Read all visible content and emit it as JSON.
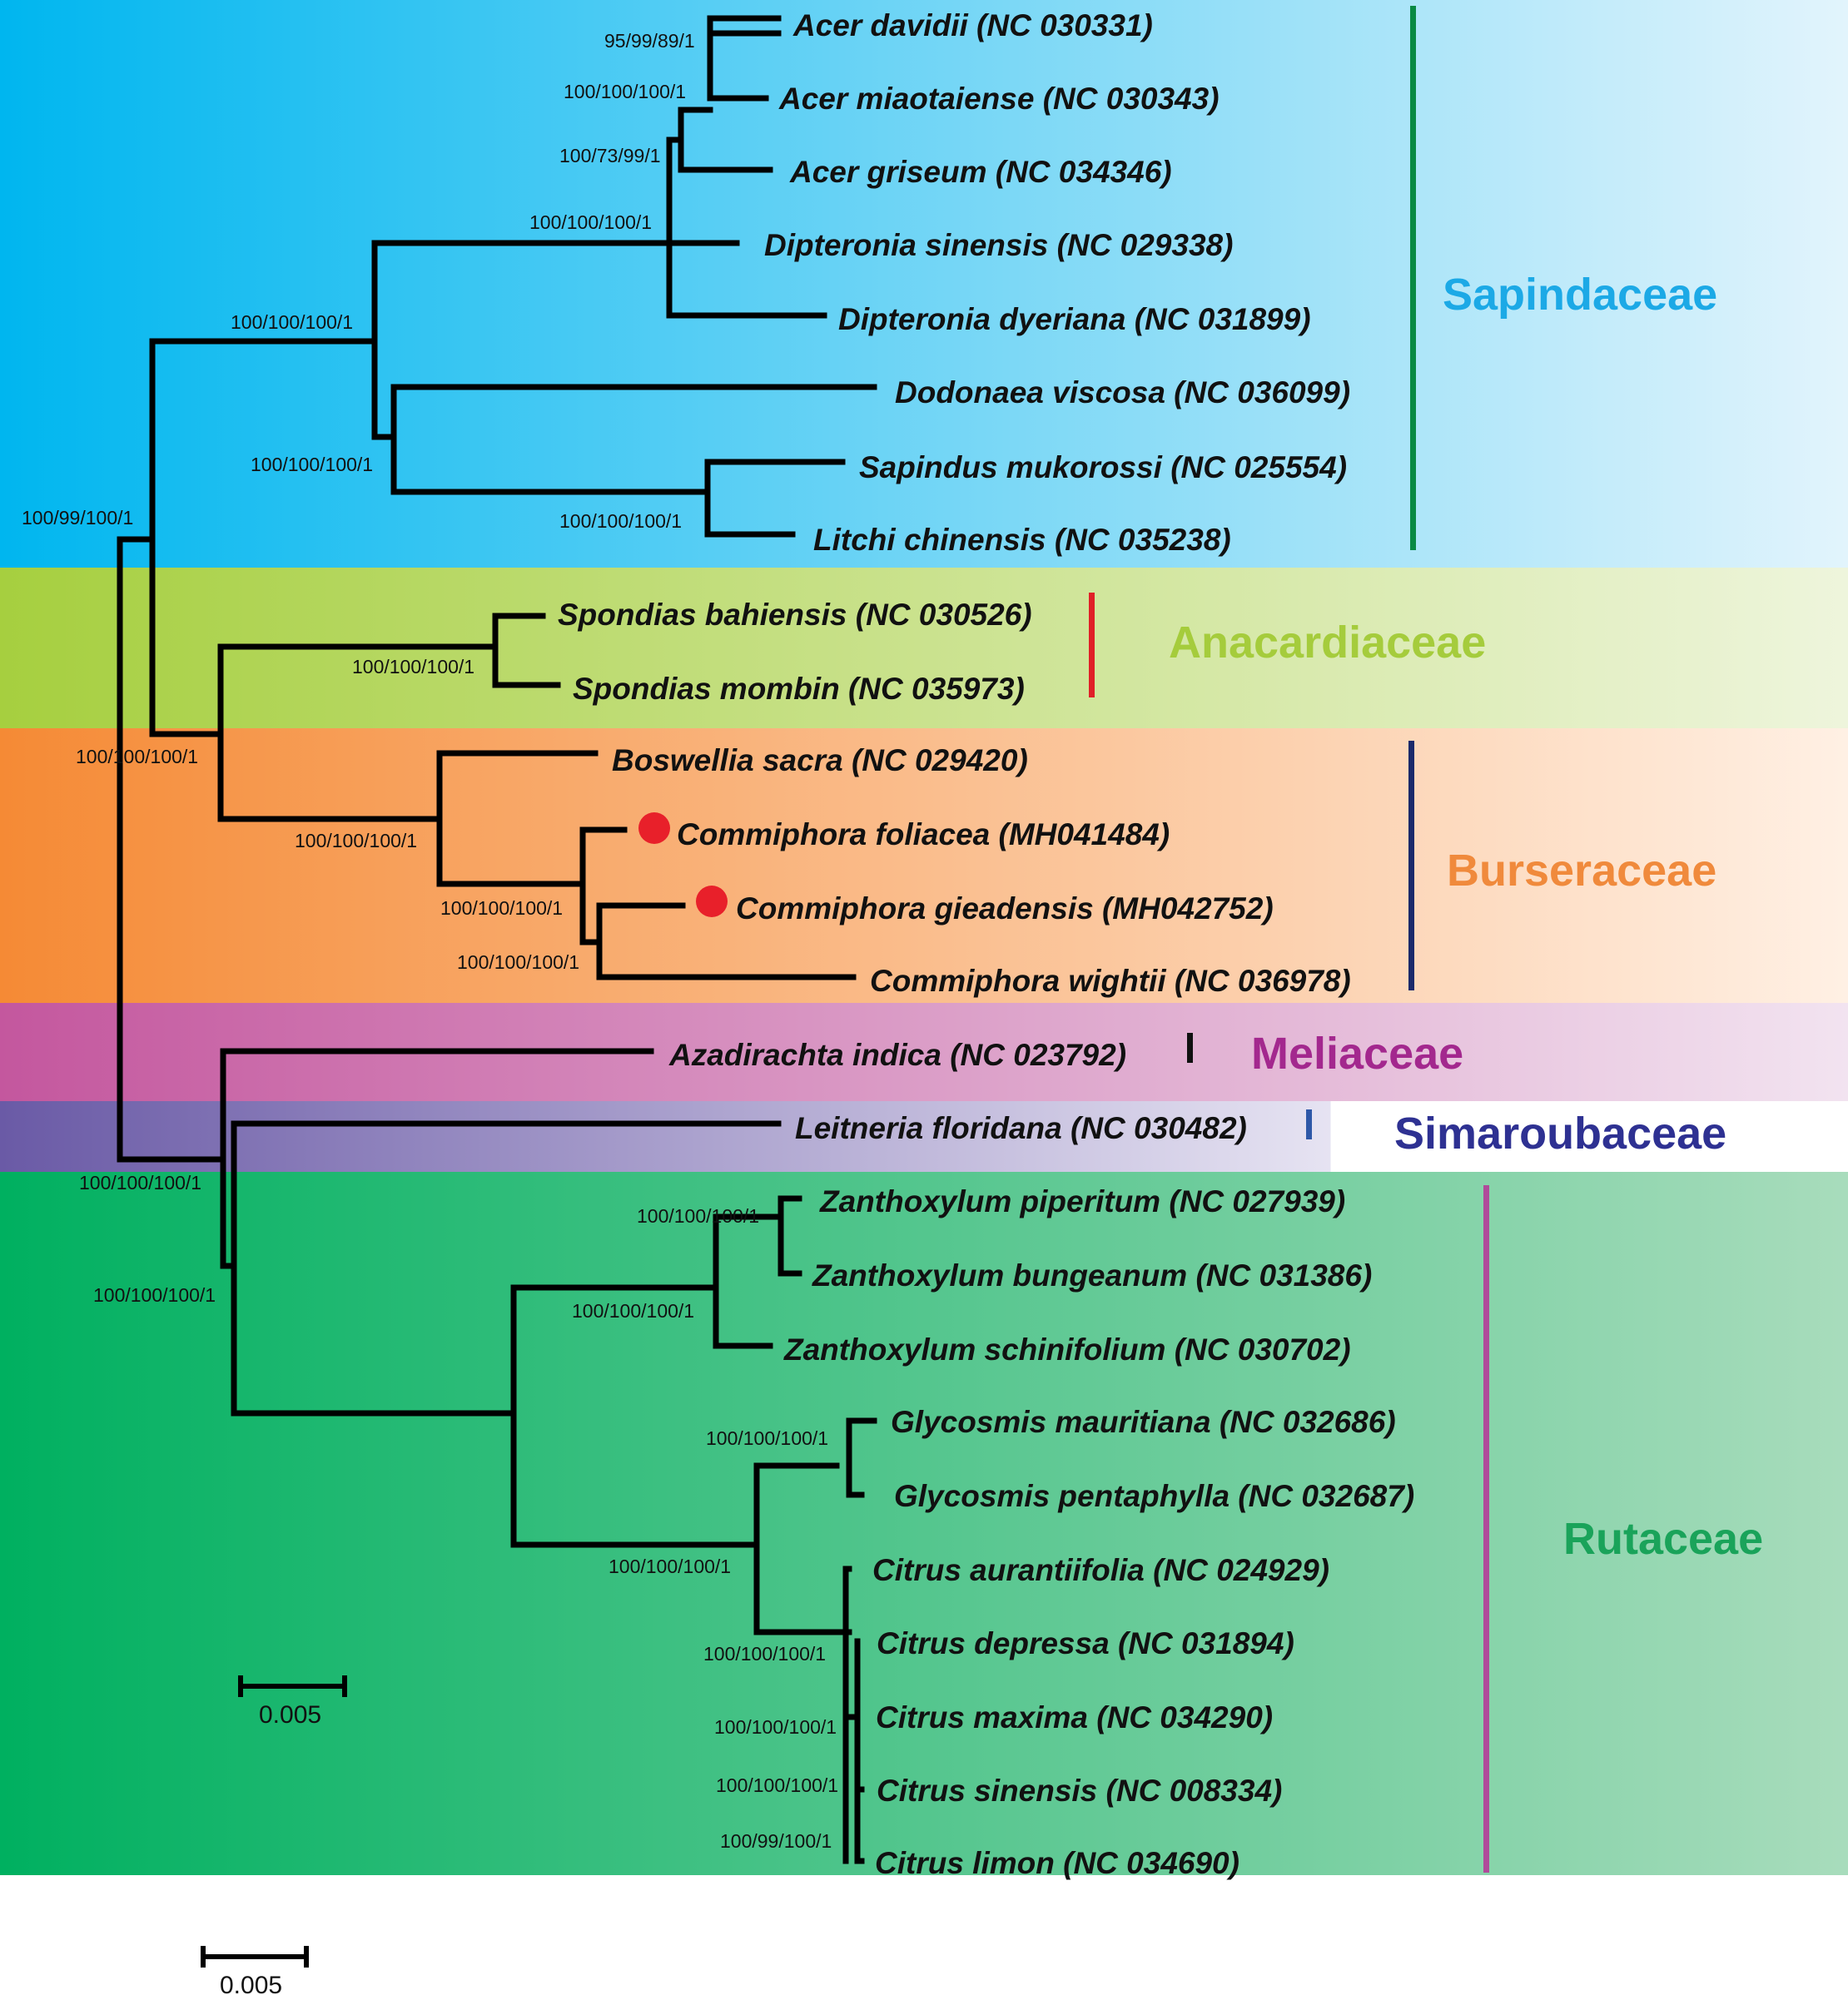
{
  "taxa": [
    "Acer davidii (NC 030331)",
    "Acer miaotaiense (NC 030343)",
    "Acer griseum (NC 034346)",
    "Dipteronia sinensis (NC 029338)",
    "Dipteronia dyeriana (NC 031899)",
    "Dodonaea viscosa (NC 036099)",
    "Sapindus mukorossi (NC 025554)",
    "Litchi chinensis (NC 035238)",
    "Spondias bahiensis (NC 030526)",
    "Spondias mombin (NC 035973)",
    "Boswellia sacra (NC 029420)",
    "Commiphora foliacea (MH041484)",
    "Commiphora gieadensis (MH042752)",
    "Commiphora wightii (NC 036978)",
    "Azadirachta indica (NC 023792)",
    "Leitneria floridana (NC 030482)",
    "Zanthoxylum piperitum (NC 027939)",
    "Zanthoxylum bungeanum (NC 031386)",
    "Zanthoxylum schinifolium (NC 030702)",
    "Glycosmis mauritiana (NC 032686)",
    "Glycosmis pentaphylla (NC 032687)",
    "Citrus aurantiifolia (NC 024929)",
    "Citrus depressa (NC 031894)",
    "Citrus maxima (NC 034290)",
    "Citrus sinensis (NC 008334)",
    "Citrus limon (NC 034690)"
  ],
  "supports": [
    "95/99/89/1",
    "100/100/100/1",
    "100/73/99/1",
    "100/100/100/1",
    "100/100/100/1",
    "100/100/100/1",
    "100/100/100/1",
    "100/99/100/1",
    "100/100/100/1",
    "100/100/100/1",
    "100/100/100/1",
    "100/100/100/1",
    "100/100/100/1",
    "100/100/100/1",
    "100/100/100/1",
    "100/100/100/1",
    "100/100/100/1",
    "100/100/100/1",
    "100/100/100/1",
    "100/100/100/1",
    "100/100/100/1",
    "100/100/100/1",
    "100/99/100/1"
  ],
  "families": [
    {
      "name": "Sapindaceae",
      "color": "#1ca9e6",
      "bar_color": "#0a8a44"
    },
    {
      "name": "Anacardiaceae",
      "color": "#a5cc3c",
      "bar_color": "#e02028"
    },
    {
      "name": "Burseraceae",
      "color": "#f08a3c",
      "bar_color": "#1b2a6b"
    },
    {
      "name": "Meliaceae",
      "color": "#a3288e",
      "bar_color": "#111111"
    },
    {
      "name": "Simaroubaceae",
      "color": "#2e3192",
      "bar_color": "#2e58a8"
    },
    {
      "name": "Rutaceae",
      "color": "#1aa35a",
      "bar_color": "#b04a9a"
    }
  ],
  "highlighted_taxa": [
    "Commiphora foliacea (MH041484)",
    "Commiphora gieadensis (MH042752)"
  ],
  "highlight_marker_color": "#e8202a",
  "scale_bars": [
    {
      "label": "0.005"
    },
    {
      "label": "0.005"
    }
  ]
}
